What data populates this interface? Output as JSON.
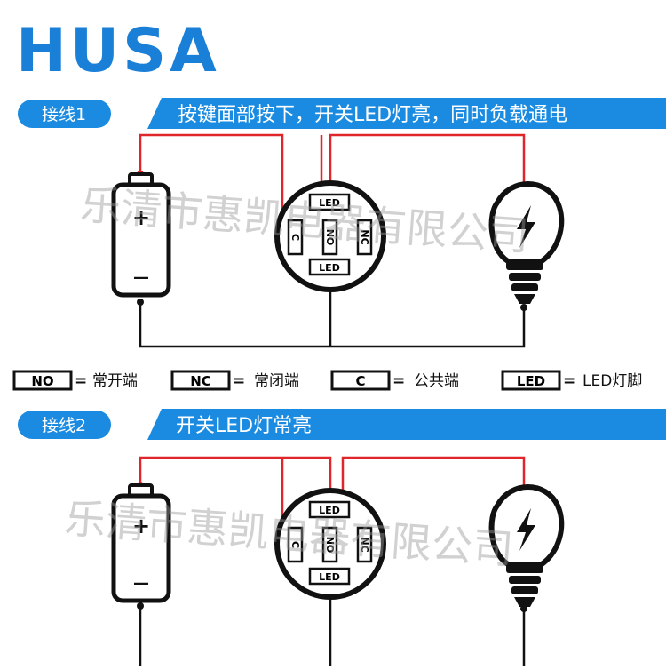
{
  "brand": {
    "logo_text": "HUSA"
  },
  "section1": {
    "tag": "接线1",
    "description": "按键面部按下，开关LED灯亮，同时负载通电"
  },
  "section2": {
    "tag": "接线2",
    "description": "开关LED灯常亮"
  },
  "legend": [
    {
      "code": "NO",
      "meaning": "常开端"
    },
    {
      "code": "NC",
      "meaning": "常闭端"
    },
    {
      "code": "C",
      "meaning": "公共端"
    },
    {
      "code": "LED",
      "meaning": "LED灯脚"
    }
  ],
  "legend_equals": "=",
  "switch_labels": {
    "led": "LED",
    "c": "C",
    "no": "NO",
    "nc": "NC"
  },
  "battery": {
    "plus": "+",
    "minus": "—"
  },
  "watermark": "乐清市惠凯电器有限公司",
  "colors": {
    "brand_blue": "#1a7fd6",
    "banner_blue": "#1a8be0",
    "wire_red": "#e0262a",
    "wire_black": "#111111"
  }
}
